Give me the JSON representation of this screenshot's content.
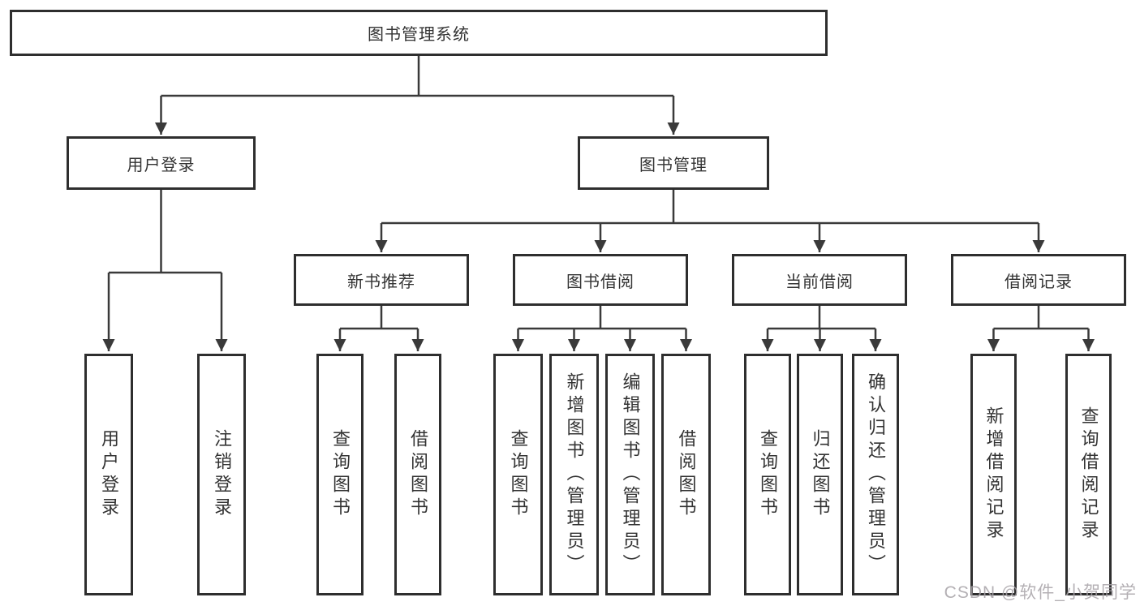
{
  "diagram": {
    "root": "图书管理系统",
    "level2": {
      "user_login": "用户登录",
      "book_mgmt": "图书管理"
    },
    "level3": {
      "new_books": "新书推荐",
      "borrow": "图书借阅",
      "current": "当前借阅",
      "records": "借阅记录"
    },
    "leaves": {
      "user_login": [
        "用户登录",
        "注销登录"
      ],
      "new_books": [
        "查询图书",
        "借阅图书"
      ],
      "borrow": [
        "查询图书",
        "新增图书（管理员）",
        "编辑图书（管理员）",
        "借阅图书"
      ],
      "current": [
        "查询图书",
        "归还图书",
        "确认归还（管理员）"
      ],
      "records": [
        "新增借阅记录",
        "查询借阅记录"
      ]
    }
  },
  "watermark": "CSDN @软件_小贺同学",
  "colors": {
    "line": "#3a3a3a",
    "border": "#2e2e2e",
    "text": "#333333",
    "watermark": "#a7a3a8",
    "bg": "#ffffff"
  }
}
